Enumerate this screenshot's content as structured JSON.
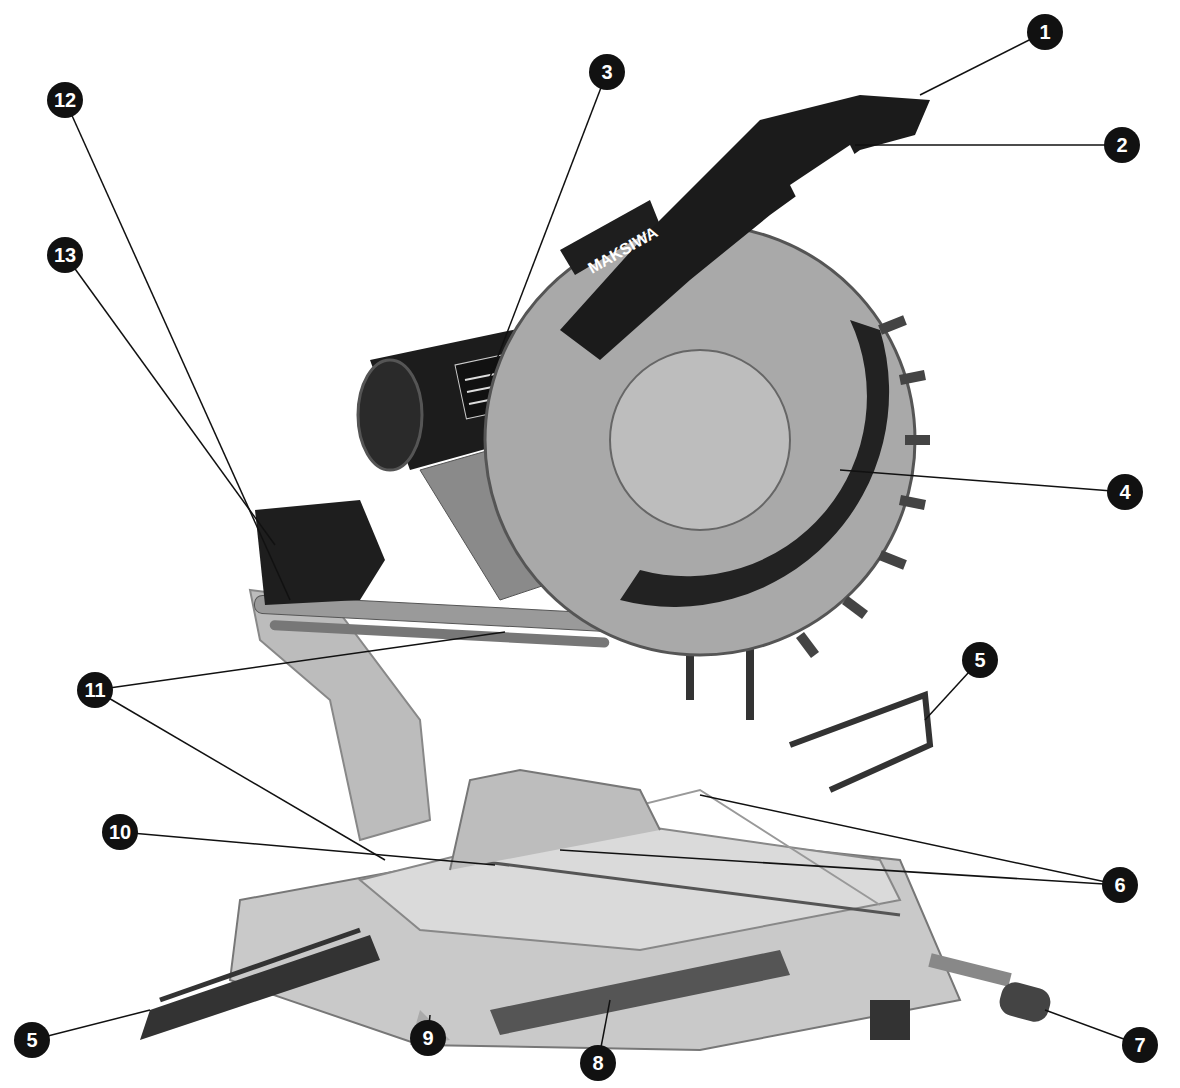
{
  "diagram": {
    "labels": [
      "1",
      "2",
      "3",
      "4",
      "5",
      "13",
      "12",
      "11",
      "10",
      "6",
      "5",
      "9",
      "8",
      "7",
      "MAKSIWA"
    ]
  }
}
